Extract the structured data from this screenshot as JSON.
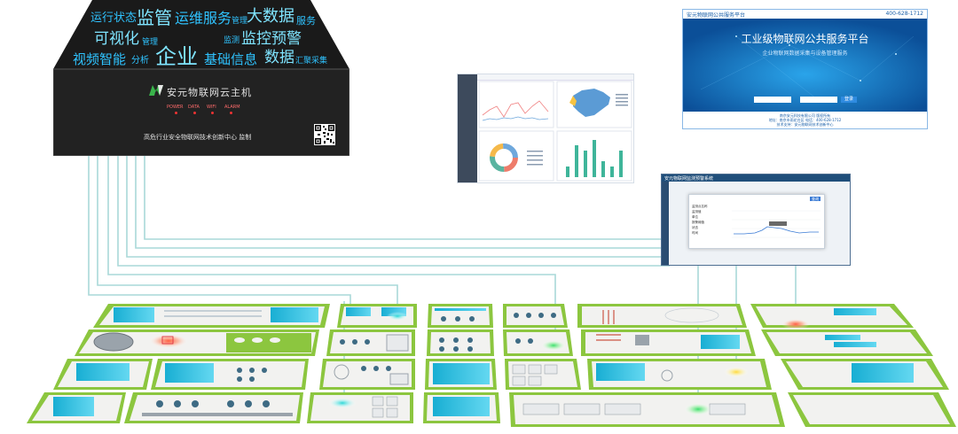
{
  "host": {
    "cloud_words": [
      {
        "text": "运行状态",
        "size": 13
      },
      {
        "text": "监管",
        "size": 20
      },
      {
        "text": "运维服务",
        "size": 16
      },
      {
        "text": "管理",
        "size": 9
      },
      {
        "text": "大数据",
        "size": 18
      },
      {
        "text": "服务",
        "size": 11
      },
      {
        "text": "可视化",
        "size": 17
      },
      {
        "text": "管理",
        "size": 9
      },
      {
        "text": "监测",
        "size": 9
      },
      {
        "text": "监控预警",
        "size": 17
      },
      {
        "text": "视频智能",
        "size": 15
      },
      {
        "text": "分析",
        "size": 10
      },
      {
        "text": "企业",
        "size": 24
      },
      {
        "text": "基础信息",
        "size": 15
      },
      {
        "text": "数据",
        "size": 17
      },
      {
        "text": "汇聚采集",
        "size": 9
      }
    ],
    "brand_title": "安元物联网云主机",
    "leds": [
      "POWER",
      "DATA",
      "WIFI",
      "ALARM"
    ],
    "footer_text": "高危行业安全物联网技术创新中心  监制",
    "qr_icon": "qr-code-icon",
    "logo_icon": "n-logo-icon"
  },
  "portal": {
    "topbar_left": "安元物联网公共服务平台",
    "topbar_right": "400-628-1712",
    "title": "工业级物联网公共服务平台",
    "subtitle": "企业物联网数据采集与设备管理服务",
    "login_button": "登录",
    "footer_lines": [
      "南京安元科技有限公司  版权所有",
      "地址：南京市雨花台区  电话：400-628-1712",
      "技术支持：安元物联网技术创新中心"
    ]
  },
  "monitor": {
    "title": "安元物联网监测预警系统",
    "button": "查询",
    "labels": [
      "监测点名称",
      "监测值",
      "单位",
      "报警阈值",
      "状态",
      "时间"
    ]
  },
  "dashboard": {
    "bar_values": [
      2,
      6,
      5,
      7,
      3,
      2,
      5
    ]
  },
  "colors": {
    "pipe": "#a9d9d8",
    "field_green": "#8cc63f",
    "pool_blue": "#1ab4d8",
    "cloud_word": "#2fc3ff",
    "host_dark": "#1c1c1c"
  }
}
